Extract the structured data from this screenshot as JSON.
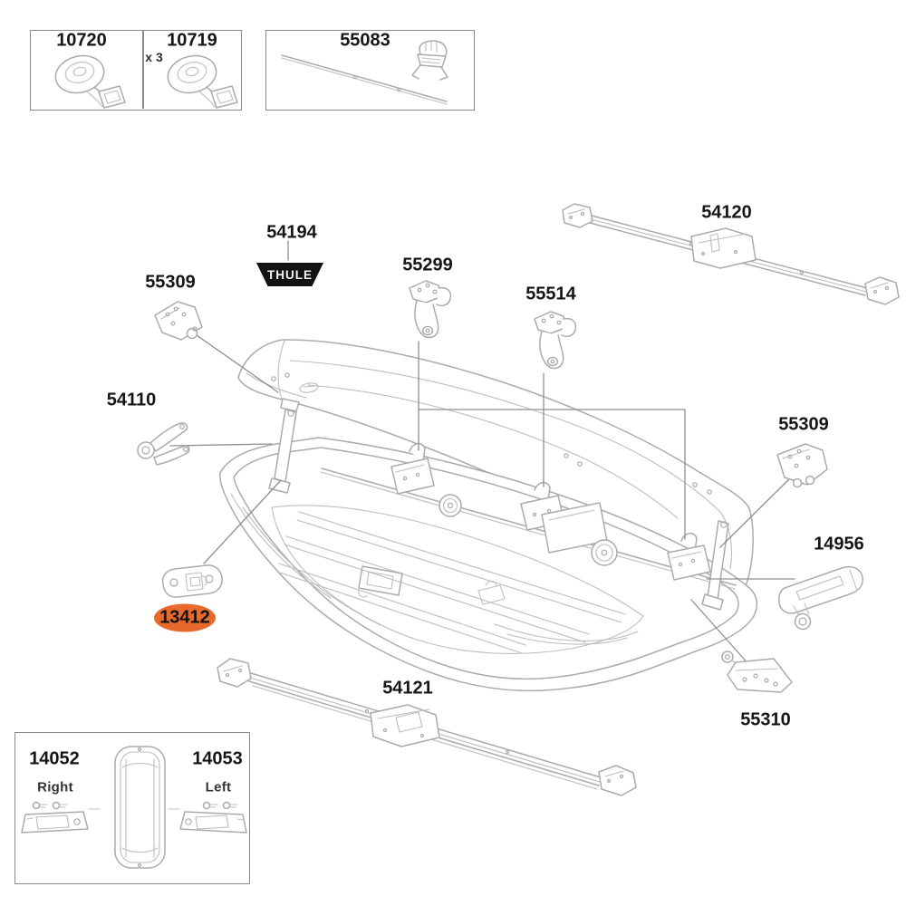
{
  "colors": {
    "highlight": "#e8692c",
    "line": "#ababab",
    "leader": "#8f8f8f",
    "label": "#161616"
  },
  "logo": {
    "part_id": "54194",
    "brand": "THULE"
  },
  "inset_straps": {
    "left": {
      "id": "10720"
    },
    "right": {
      "id": "10719",
      "qty": "x 3"
    }
  },
  "inset_lockbar": {
    "id": "55083"
  },
  "inset_endcaps": {
    "right": {
      "id": "14052",
      "side": "Right"
    },
    "left": {
      "id": "14053",
      "side": "Left"
    }
  },
  "parts": {
    "bracket_front_left": "55309",
    "clamp_front": "55299",
    "clamp_rear": "55514",
    "rail_upper": "54120",
    "lifter_left": "54110",
    "bracket_rear_right": "55309",
    "lifter_right": "14956",
    "latch_plate_highlighted": "13412",
    "rail_lower": "54121",
    "bracket_bottom_right": "55310"
  }
}
